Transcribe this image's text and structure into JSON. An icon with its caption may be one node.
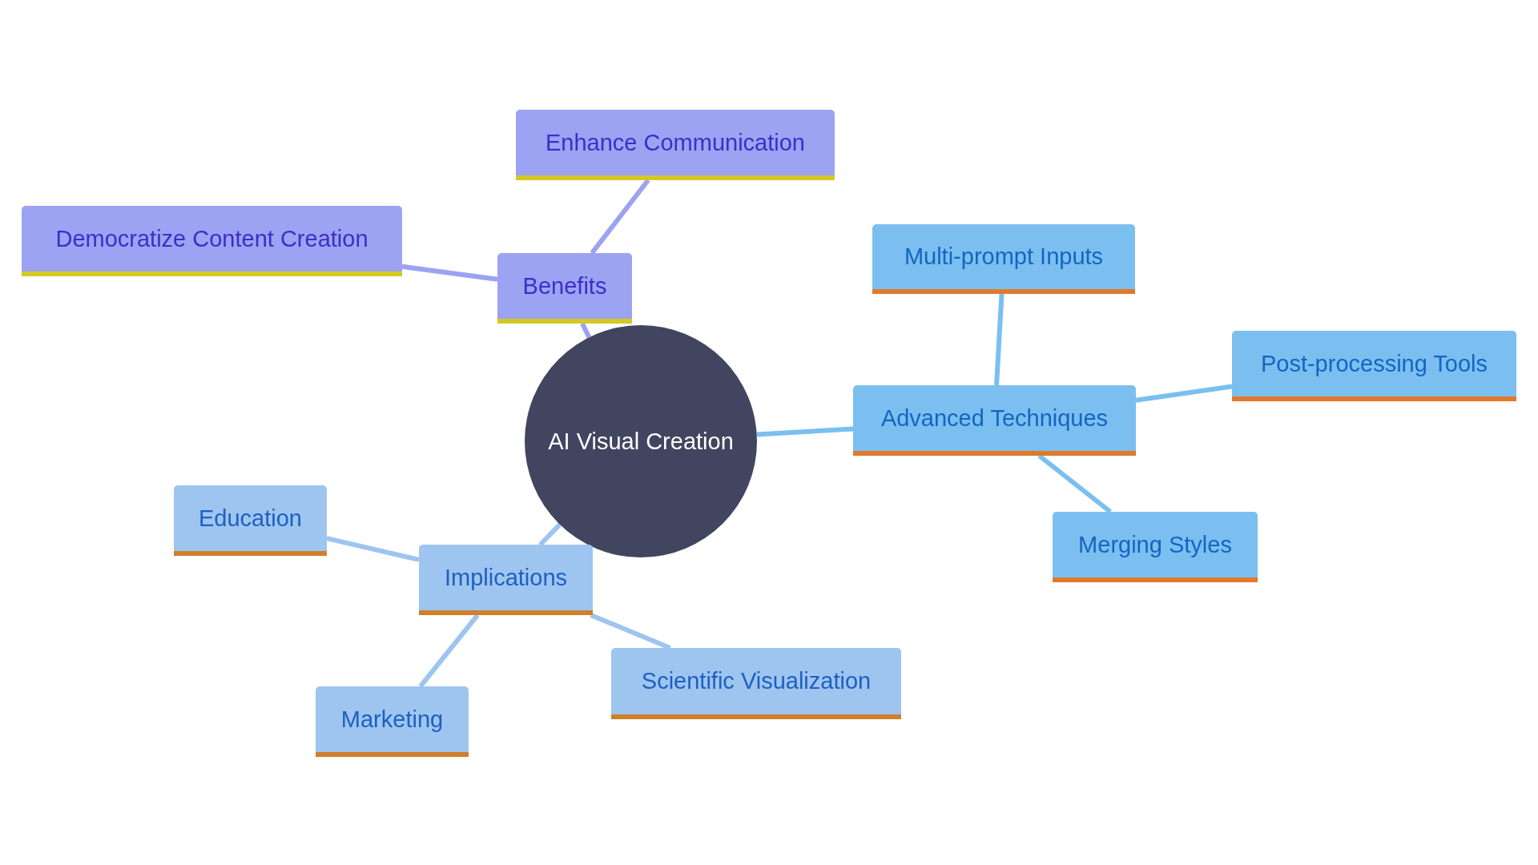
{
  "diagram": {
    "nodes": [
      {
        "text": [
          "AI Visual Creation"
        ]
      },
      {
        "text": [
          "Benefits"
        ]
      },
      {
        "text": [
          "Enhance Communication"
        ]
      },
      {
        "text": [
          "Democratize Content Creation"
        ]
      },
      {
        "text": [
          "Advanced Techniques"
        ]
      },
      {
        "text": [
          "Multi-prompt Inputs"
        ]
      },
      {
        "text": [
          "Post-processing Tools"
        ]
      },
      {
        "text": [
          "Merging Styles"
        ]
      },
      {
        "text": [
          "Implications"
        ]
      },
      {
        "text": [
          "Education"
        ]
      },
      {
        "text": [
          "Marketing"
        ]
      },
      {
        "text": [
          "Scientific Visualization"
        ]
      }
    ],
    "edges": [
      {
        "from": 0,
        "to": 1,
        "arrow": "none",
        "color": "#9ca3f2"
      },
      {
        "from": 1,
        "to": 2,
        "arrow": "none",
        "color": "#9ca3f2"
      },
      {
        "from": 1,
        "to": 3,
        "arrow": "none",
        "color": "#9ca3f2"
      },
      {
        "from": 0,
        "to": 4,
        "arrow": "none",
        "color": "#7bbff0"
      },
      {
        "from": 4,
        "to": 5,
        "arrow": "none",
        "color": "#7bbff0"
      },
      {
        "from": 4,
        "to": 6,
        "arrow": "none",
        "color": "#7bbff0"
      },
      {
        "from": 4,
        "to": 7,
        "arrow": "none",
        "color": "#7bbff0"
      },
      {
        "from": 0,
        "to": 8,
        "arrow": "none",
        "color": "#9ec5f0"
      },
      {
        "from": 8,
        "to": 9,
        "arrow": "none",
        "color": "#9ec5f0"
      },
      {
        "from": 8,
        "to": 10,
        "arrow": "none",
        "color": "#9ec5f0"
      },
      {
        "from": 8,
        "to": 11,
        "arrow": "none",
        "color": "#9ec5f0"
      }
    ]
  }
}
